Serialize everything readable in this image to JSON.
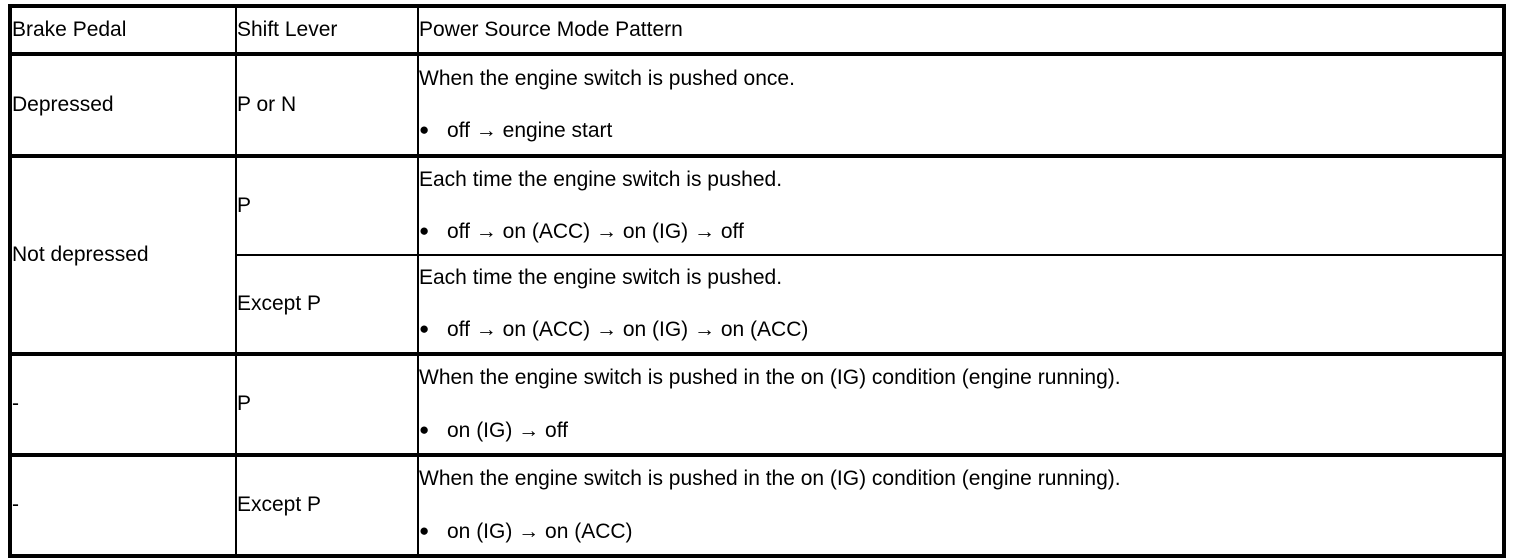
{
  "table": {
    "headers": {
      "col1": "Brake Pedal",
      "col2": "Shift Lever",
      "col3": "Power Source Mode Pattern"
    },
    "bullet_glyph": "●",
    "arrow_glyph": "→",
    "rows": [
      {
        "brake_pedal": "Depressed",
        "shift_lever": "P or N",
        "lead": "When the engine switch is pushed once.",
        "sequence": "off → engine start"
      },
      {
        "brake_pedal": "Not depressed",
        "shift_lever": "P",
        "lead": "Each time the engine switch is pushed.",
        "sequence": "off → on (ACC) → on (IG) → off"
      },
      {
        "brake_pedal": "",
        "shift_lever": "Except P",
        "lead": "Each time the engine switch is pushed.",
        "sequence": "off → on (ACC) → on (IG) → on (ACC)"
      },
      {
        "brake_pedal": "-",
        "shift_lever": "P",
        "lead": "When the engine switch is pushed in the on (IG) condition (engine running).",
        "sequence": "on (IG) → off"
      },
      {
        "brake_pedal": "-",
        "shift_lever": "Except P",
        "lead": "When the engine switch is pushed in the on (IG) condition (engine running).",
        "sequence": "on (IG) → on (ACC)"
      }
    ]
  },
  "colors": {
    "border": "#000000",
    "background": "#ffffff",
    "text": "#000000"
  }
}
